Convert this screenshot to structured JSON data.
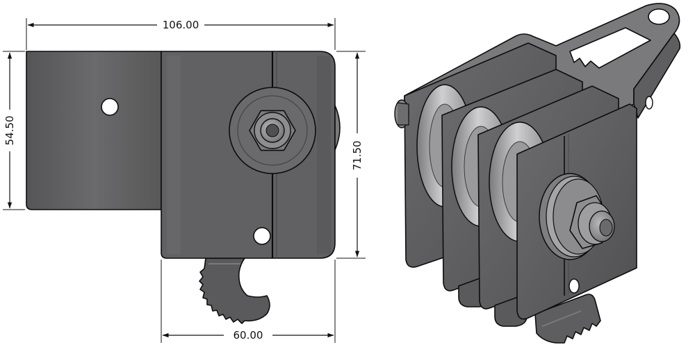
{
  "colors": {
    "metal_face": "#5d5d5f",
    "metal_mid": "#6e6e70",
    "metal_light": "#8a8a8c",
    "metal_dark": "#454547",
    "roller_light": "#c4c4c6",
    "roller_mid": "#a3a3a5",
    "roller_dark": "#7a7a7c",
    "edge": "#0c0c0c",
    "dimension": "#111111",
    "background": "#ffffff"
  },
  "dimensions": {
    "overall_width": "106.00",
    "lower_width": "60.00",
    "left_height": "54.50",
    "right_height": "71.50"
  }
}
